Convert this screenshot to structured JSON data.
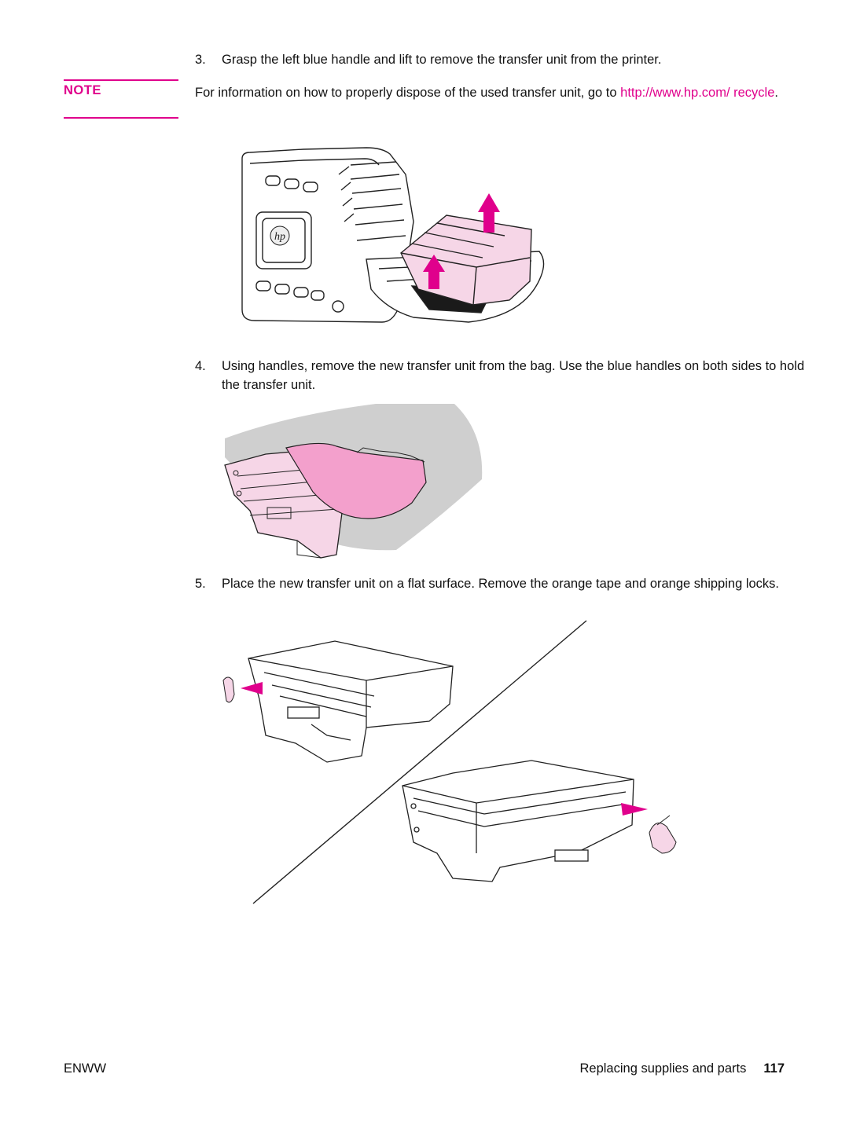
{
  "steps": [
    {
      "number": "3.",
      "text": "Grasp the left blue handle and lift to remove the transfer unit from the printer."
    },
    {
      "number": "4.",
      "text": "Using handles, remove the new transfer unit from the bag. Use the blue handles on both sides to hold the transfer unit."
    },
    {
      "number": "5.",
      "text": "Place the new transfer unit on a flat surface. Remove the orange tape and orange shipping locks."
    }
  ],
  "note": {
    "label": "NOTE",
    "text": "For information on how to properly dispose of the used transfer unit, go to ",
    "link_text": "http://www.hp.com/ recycle",
    "after_link": "."
  },
  "figures": {
    "printer_logo_text": "hp"
  },
  "colors": {
    "accent": "#e0008c",
    "highlight_pink": "#f3a0cc",
    "light_pink": "#f6d6e7",
    "bag_gray": "#cfcfcf"
  },
  "footer": {
    "left": "ENWW",
    "section": "Replacing supplies and parts",
    "page_number": "117"
  }
}
